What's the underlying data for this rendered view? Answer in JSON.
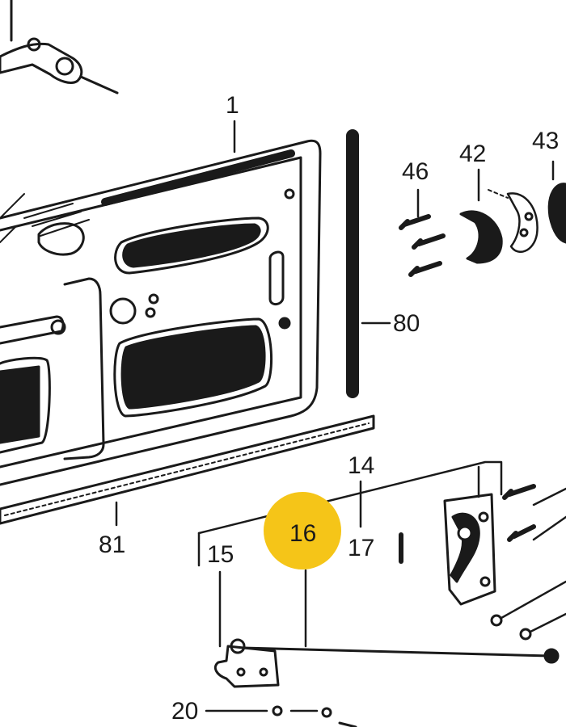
{
  "colors": {
    "ink": "#1a1a1a",
    "highlight": "#f5c518",
    "paper": "#ffffff"
  },
  "callouts": [
    {
      "id": "1",
      "text": "1"
    },
    {
      "id": "80",
      "text": "80"
    },
    {
      "id": "46",
      "text": "46"
    },
    {
      "id": "42",
      "text": "42"
    },
    {
      "id": "43",
      "text": "43"
    },
    {
      "id": "81",
      "text": "81"
    },
    {
      "id": "14",
      "text": "14"
    },
    {
      "id": "16",
      "text": "16"
    },
    {
      "id": "17",
      "text": "17"
    },
    {
      "id": "15",
      "text": "15"
    },
    {
      "id": "20",
      "text": "20"
    }
  ],
  "highlighted_callout": "16"
}
